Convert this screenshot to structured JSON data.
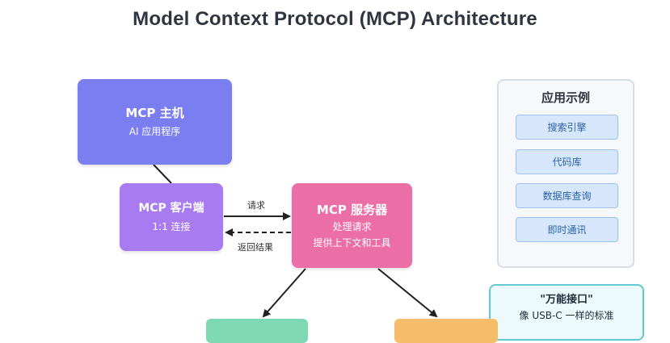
{
  "title": "Model Context Protocol (MCP) Architecture",
  "host": {
    "title": "MCP 主机",
    "subtitle": "AI 应用程序"
  },
  "client": {
    "title": "MCP 客户端",
    "subtitle": "1:1 连接"
  },
  "server": {
    "title": "MCP 服务器",
    "line1": "处理请求",
    "line2": "提供上下文和工具"
  },
  "arrows": {
    "request": "请求",
    "response": "返回结果"
  },
  "examples": {
    "title": "应用示例",
    "items": [
      "搜索引擎",
      "代码库",
      "数据库查询",
      "即时通讯"
    ]
  },
  "callout": {
    "title": "\"万能接口\"",
    "text": "像 USB-C 一样的标准"
  },
  "colors": {
    "host": "#7b7ef0",
    "client": "#a97bf0",
    "server": "#ec6ea6",
    "panel_item": "#d6e6fb",
    "callout_border": "#63c8cf",
    "bottom_left": "#7fd8b4",
    "bottom_right": "#f6bd6b"
  }
}
